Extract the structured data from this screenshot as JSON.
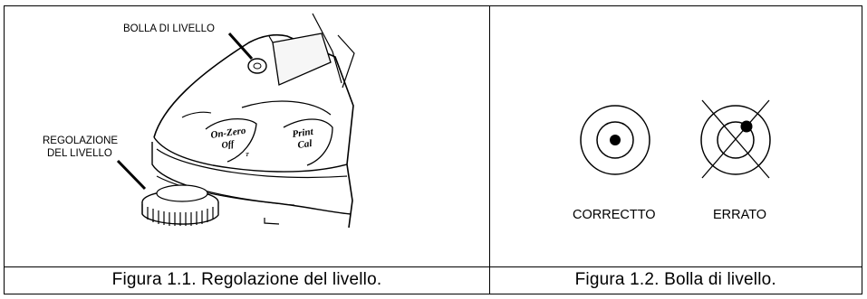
{
  "figure1": {
    "label_level_bubble": "BOLLA DI LIVELLO",
    "label_leveling_line1": "REGOLAZIONE",
    "label_leveling_line2": "DEL LIVELLO",
    "button_on_zero_line1": "On-Zero",
    "button_on_zero_line2": "Off",
    "button_on_zero_line3": "T",
    "button_print_line1": "Print",
    "button_print_line2": "Cal",
    "caption": "Figura 1.1. Regolazione del livello."
  },
  "figure2": {
    "label_correct": "CORRECTTO",
    "label_wrong": "ERRATO",
    "caption": "Figura 1.2. Bolla di livello."
  }
}
